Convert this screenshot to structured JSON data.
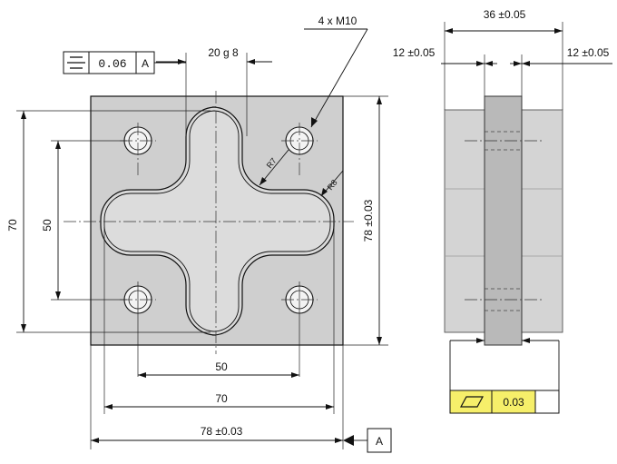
{
  "front_view": {
    "dim_width_overall": "78 ±0.03",
    "dim_height_overall": "78 ±0.03",
    "dim_hole_span_horizontal": "50",
    "dim_hole_span_vertical": "50",
    "dim_cross_width_horizontal": "70",
    "dim_cross_height_vertical": "70",
    "dim_slot_width": "20 g 8",
    "hole_callout": "4 x M10",
    "radius_inner": "R7",
    "radius_outer": "R8",
    "symmetry_frame": {
      "value": "0.06",
      "datum": "A"
    },
    "datum_label": "A"
  },
  "side_view": {
    "dim_total_width": "36 ±0.05",
    "dim_left_offset": "12 ±0.05",
    "dim_right_offset": "12 ±0.05",
    "flatness_frame": {
      "value": "0.03"
    }
  },
  "colors": {
    "plate_fill": "#cfcfcf",
    "pocket_fill": "#d9d9d9",
    "side_fill": "#d4d4d4",
    "side_center_fill": "#b9b9b9",
    "flatness_highlight": "#f6ef6a"
  }
}
